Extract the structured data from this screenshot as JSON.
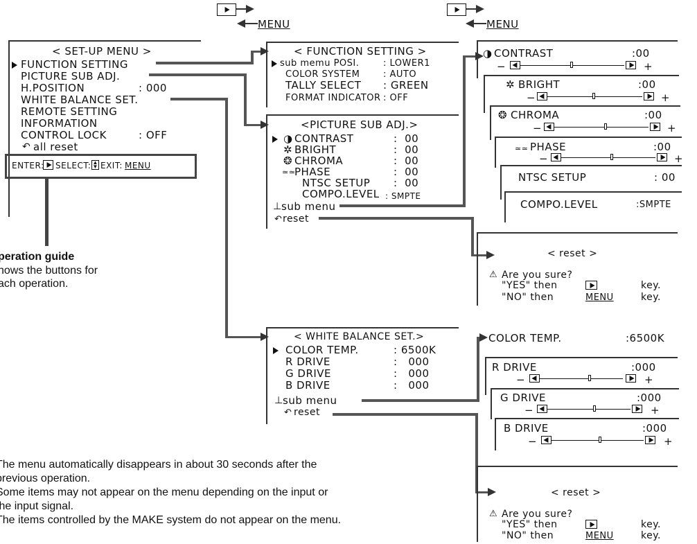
{
  "top_nav": {
    "menu_label_left": "MENU",
    "menu_label_right": "MENU"
  },
  "setup_menu": {
    "title": "< SET-UP MENU >",
    "items": [
      "FUNCTION SETTING",
      "PICTURE SUB ADJ.",
      "H.POSITION",
      "WHITE BALANCE SET.",
      "REMOTE SETTING",
      "INFORMATION",
      "CONTROL LOCK",
      "all reset"
    ],
    "h_position_value": ": 000",
    "control_lock_value": ": OFF",
    "guide": {
      "enter": "ENTER:",
      "select": "SELECT:",
      "exit": "EXIT:",
      "menu": "MENU"
    }
  },
  "operation_guide": {
    "title": "peration guide",
    "line1": "hows the buttons for",
    "line2": "ach operation."
  },
  "function_setting": {
    "title": "< FUNCTION SETTING >",
    "rows": [
      {
        "label": "sub memu POSI.",
        "value": ": LOWER1"
      },
      {
        "label": "COLOR SYSTEM",
        "value": ": AUTO"
      },
      {
        "label": "TALLY SELECT",
        "value": ": GREEN"
      },
      {
        "label": "FORMAT INDICATOR",
        "value": ": OFF"
      }
    ]
  },
  "picture_sub_adj": {
    "title": "<PICTURE SUB ADJ.>",
    "rows": [
      {
        "label": "CONTRAST",
        "value": ":  00"
      },
      {
        "label": "BRIGHT",
        "value": ":  00"
      },
      {
        "label": "CHROMA",
        "value": ":  00"
      },
      {
        "label": "PHASE",
        "value": ":  00"
      },
      {
        "label": "NTSC SETUP",
        "value": ":  00"
      },
      {
        "label": "COMPO.LEVEL",
        "value": ": SMPTE"
      }
    ],
    "sub_menu": "sub menu",
    "reset": "reset"
  },
  "picture_sub_panels": [
    {
      "label": "CONTRAST",
      "value": ":00"
    },
    {
      "label": "BRIGHT",
      "value": ":00"
    },
    {
      "label": "CHROMA",
      "value": ":00"
    },
    {
      "label": "PHASE",
      "value": ":00"
    },
    {
      "label": "NTSC SETUP",
      "value": ": 00"
    },
    {
      "label": "COMPO.LEVEL",
      "value": ":SMPTE"
    }
  ],
  "reset_dialog_1": {
    "title": "< reset >",
    "q": "Are you sure?",
    "yes": "\"YES\" then",
    "no": "\"NO\" then",
    "key": "key.",
    "menu": "MENU"
  },
  "white_balance": {
    "title": "< WHITE BALANCE SET.>",
    "rows": [
      {
        "label": "COLOR TEMP.",
        "value": ": 6500K"
      },
      {
        "label": "R DRIVE",
        "value": ":   000"
      },
      {
        "label": "G DRIVE",
        "value": ":   000"
      },
      {
        "label": "B DRIVE",
        "value": ":   000"
      }
    ],
    "sub_menu": "sub menu",
    "reset": "reset"
  },
  "wb_panels": [
    {
      "label": "COLOR TEMP.",
      "value": ":6500K"
    },
    {
      "label": "R DRIVE",
      "value": ":000"
    },
    {
      "label": "G DRIVE",
      "value": ":000"
    },
    {
      "label": "B DRIVE",
      "value": ":000"
    }
  ],
  "reset_dialog_2": {
    "title": "< reset >",
    "q": "Are you sure?",
    "yes": "\"YES\" then",
    "no": "\"NO\" then",
    "key": "key.",
    "menu": "MENU"
  },
  "notes": [
    "The menu automatically disappears in about 30 seconds after the",
    "previous operation.",
    "Some items may not appear on the menu depending on the input or",
    "the input signal.",
    "The items controlled by the MAKE system do not appear on the menu."
  ]
}
